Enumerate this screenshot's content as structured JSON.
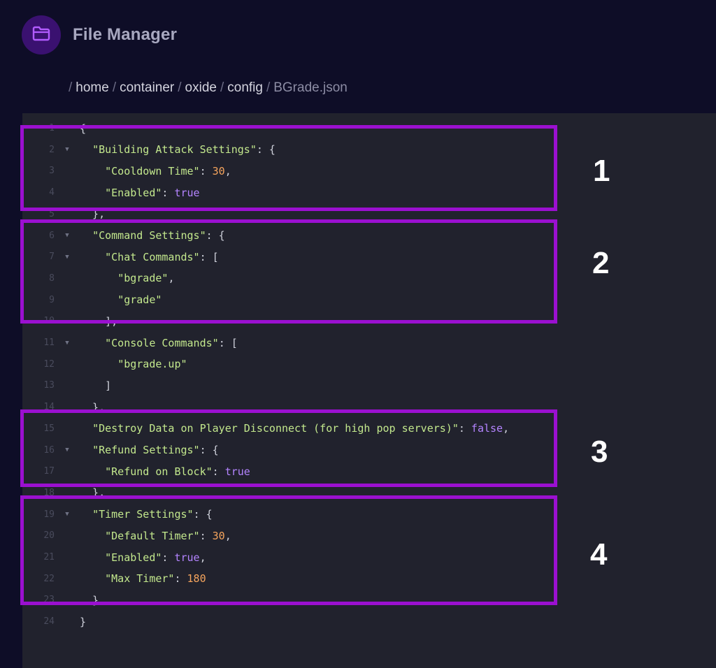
{
  "header": {
    "app_title": "File Manager",
    "logo_icon": "folder-icon"
  },
  "breadcrumb": {
    "items": [
      {
        "label": "home",
        "current": false
      },
      {
        "label": "container",
        "current": false
      },
      {
        "label": "oxide",
        "current": false
      },
      {
        "label": "config",
        "current": false
      },
      {
        "label": "BGrade.json",
        "current": true
      }
    ],
    "separator": "/"
  },
  "editor": {
    "lines": [
      {
        "n": "1",
        "fold": false,
        "tokens": [
          {
            "t": "punct",
            "v": "{"
          }
        ]
      },
      {
        "n": "2",
        "fold": true,
        "tokens": [
          {
            "t": "punct",
            "v": "  "
          },
          {
            "t": "key",
            "v": "\"Building Attack Settings\""
          },
          {
            "t": "punct",
            "v": ": {"
          }
        ]
      },
      {
        "n": "3",
        "fold": false,
        "tokens": [
          {
            "t": "punct",
            "v": "    "
          },
          {
            "t": "key",
            "v": "\"Cooldown Time\""
          },
          {
            "t": "punct",
            "v": ": "
          },
          {
            "t": "num",
            "v": "30"
          },
          {
            "t": "punct",
            "v": ","
          }
        ]
      },
      {
        "n": "4",
        "fold": false,
        "tokens": [
          {
            "t": "punct",
            "v": "    "
          },
          {
            "t": "key",
            "v": "\"Enabled\""
          },
          {
            "t": "punct",
            "v": ": "
          },
          {
            "t": "bool",
            "v": "true"
          }
        ]
      },
      {
        "n": "5",
        "fold": false,
        "tokens": [
          {
            "t": "punct",
            "v": "  },"
          }
        ]
      },
      {
        "n": "6",
        "fold": true,
        "tokens": [
          {
            "t": "punct",
            "v": "  "
          },
          {
            "t": "key",
            "v": "\"Command Settings\""
          },
          {
            "t": "punct",
            "v": ": {"
          }
        ]
      },
      {
        "n": "7",
        "fold": true,
        "tokens": [
          {
            "t": "punct",
            "v": "    "
          },
          {
            "t": "key",
            "v": "\"Chat Commands\""
          },
          {
            "t": "punct",
            "v": ": ["
          }
        ]
      },
      {
        "n": "8",
        "fold": false,
        "tokens": [
          {
            "t": "punct",
            "v": "      "
          },
          {
            "t": "str",
            "v": "\"bgrade\""
          },
          {
            "t": "punct",
            "v": ","
          }
        ]
      },
      {
        "n": "9",
        "fold": false,
        "tokens": [
          {
            "t": "punct",
            "v": "      "
          },
          {
            "t": "str",
            "v": "\"grade\""
          }
        ]
      },
      {
        "n": "10",
        "fold": false,
        "tokens": [
          {
            "t": "punct",
            "v": "    ],"
          }
        ]
      },
      {
        "n": "11",
        "fold": true,
        "tokens": [
          {
            "t": "punct",
            "v": "    "
          },
          {
            "t": "key",
            "v": "\"Console Commands\""
          },
          {
            "t": "punct",
            "v": ": ["
          }
        ]
      },
      {
        "n": "12",
        "fold": false,
        "tokens": [
          {
            "t": "punct",
            "v": "      "
          },
          {
            "t": "str",
            "v": "\"bgrade.up\""
          }
        ]
      },
      {
        "n": "13",
        "fold": false,
        "tokens": [
          {
            "t": "punct",
            "v": "    ]"
          }
        ]
      },
      {
        "n": "14",
        "fold": false,
        "tokens": [
          {
            "t": "punct",
            "v": "  },"
          }
        ]
      },
      {
        "n": "15",
        "fold": false,
        "tokens": [
          {
            "t": "punct",
            "v": "  "
          },
          {
            "t": "key",
            "v": "\"Destroy Data on Player Disconnect (for high pop servers)\""
          },
          {
            "t": "punct",
            "v": ": "
          },
          {
            "t": "bool",
            "v": "false"
          },
          {
            "t": "punct",
            "v": ","
          }
        ]
      },
      {
        "n": "16",
        "fold": true,
        "tokens": [
          {
            "t": "punct",
            "v": "  "
          },
          {
            "t": "key",
            "v": "\"Refund Settings\""
          },
          {
            "t": "punct",
            "v": ": {"
          }
        ]
      },
      {
        "n": "17",
        "fold": false,
        "tokens": [
          {
            "t": "punct",
            "v": "    "
          },
          {
            "t": "key",
            "v": "\"Refund on Block\""
          },
          {
            "t": "punct",
            "v": ": "
          },
          {
            "t": "bool",
            "v": "true"
          }
        ]
      },
      {
        "n": "18",
        "fold": false,
        "tokens": [
          {
            "t": "punct",
            "v": "  },"
          }
        ]
      },
      {
        "n": "19",
        "fold": true,
        "tokens": [
          {
            "t": "punct",
            "v": "  "
          },
          {
            "t": "key",
            "v": "\"Timer Settings\""
          },
          {
            "t": "punct",
            "v": ": {"
          }
        ]
      },
      {
        "n": "20",
        "fold": false,
        "tokens": [
          {
            "t": "punct",
            "v": "    "
          },
          {
            "t": "key",
            "v": "\"Default Timer\""
          },
          {
            "t": "punct",
            "v": ": "
          },
          {
            "t": "num",
            "v": "30"
          },
          {
            "t": "punct",
            "v": ","
          }
        ]
      },
      {
        "n": "21",
        "fold": false,
        "tokens": [
          {
            "t": "punct",
            "v": "    "
          },
          {
            "t": "key",
            "v": "\"Enabled\""
          },
          {
            "t": "punct",
            "v": ": "
          },
          {
            "t": "bool",
            "v": "true"
          },
          {
            "t": "punct",
            "v": ","
          }
        ]
      },
      {
        "n": "22",
        "fold": false,
        "tokens": [
          {
            "t": "punct",
            "v": "    "
          },
          {
            "t": "key",
            "v": "\"Max Timer\""
          },
          {
            "t": "punct",
            "v": ": "
          },
          {
            "t": "num",
            "v": "180"
          }
        ]
      },
      {
        "n": "23",
        "fold": false,
        "tokens": [
          {
            "t": "punct",
            "v": "  }"
          }
        ]
      },
      {
        "n": "24",
        "fold": false,
        "tokens": [
          {
            "t": "punct",
            "v": "}"
          }
        ]
      }
    ]
  },
  "annotations": [
    {
      "label": "1"
    },
    {
      "label": "2"
    },
    {
      "label": "3"
    },
    {
      "label": "4"
    }
  ],
  "colors": {
    "background": "#0e0d27",
    "editor_bg": "#21222d",
    "highlight": "#9b10d0",
    "logo_bg": "#3a1170",
    "logo_icon": "#b25cff"
  }
}
